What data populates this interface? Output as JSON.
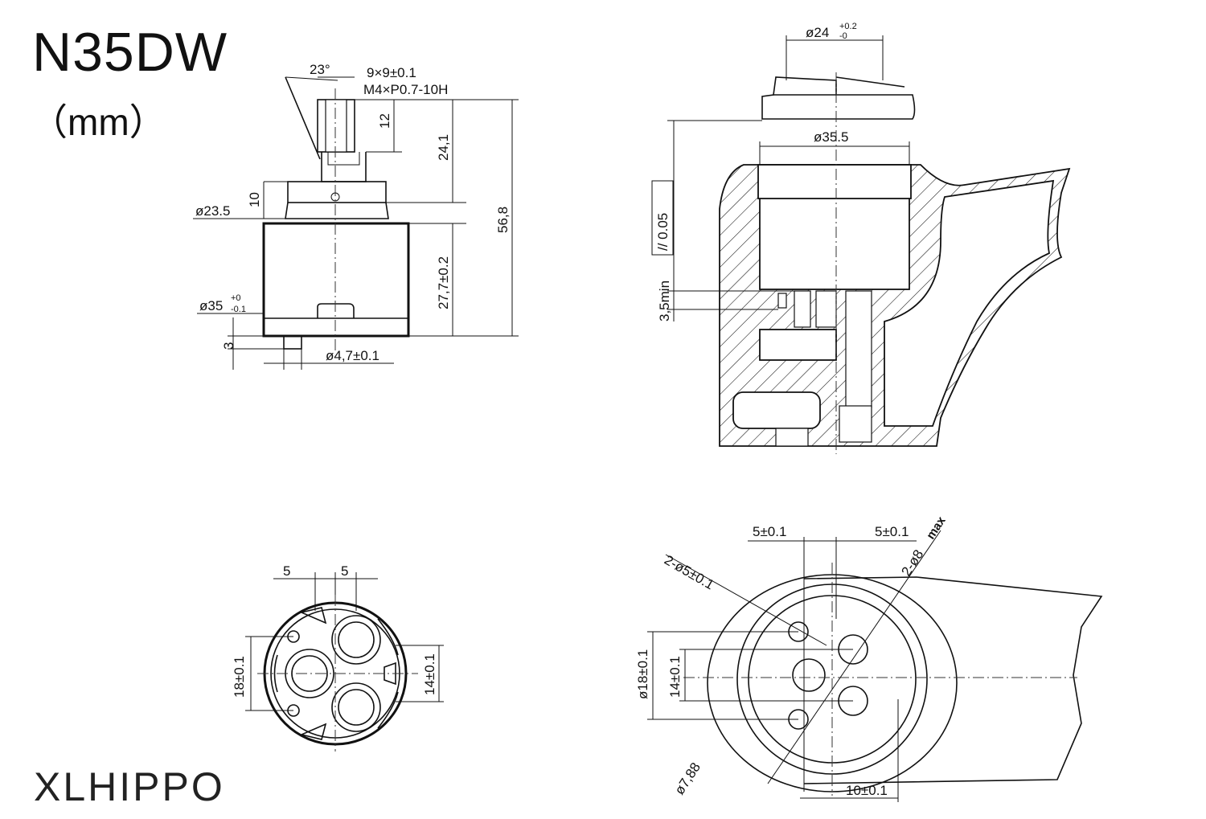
{
  "title": "N35DW",
  "unit": "（mm）",
  "brand": "XLHIPPO",
  "side_view": {
    "angle": "23°",
    "spline": "9×9±0.1",
    "thread": "M4×P0.7-10H",
    "d_12": "12",
    "d_24_1": "24,1",
    "d_56_8": "56,8",
    "d_10": "10",
    "dia_23_5": "ø23.5",
    "d_27_7": "27,7±0.2",
    "dia_35": "ø35",
    "tol_plus": "+0",
    "tol_minus": "-0.1",
    "d_3": "3",
    "dia_4_7": "ø4,7±0.1"
  },
  "section_view": {
    "dia_24": "ø24",
    "dia_24_tol_plus": "+0.2",
    "dia_24_tol_minus": "-0",
    "dia_35_5": "ø35.5",
    "parallel": "// 0.05",
    "min_3_5": "3,5min"
  },
  "bottom_view": {
    "d5_left": "5",
    "d5_right": "5",
    "d18": "18±0.1",
    "d14": "14±0.1"
  },
  "base_view": {
    "d5_left": "5±0.1",
    "d5_right": "5±0.1",
    "holes_5": "2-ø5±0.1",
    "holes_8": "2-ø8",
    "holes_8_max": "max",
    "d18": "ø18±0.1",
    "d14": "14±0.1",
    "dia_7_88": "ø7,88",
    "d10": "10±0.1"
  }
}
